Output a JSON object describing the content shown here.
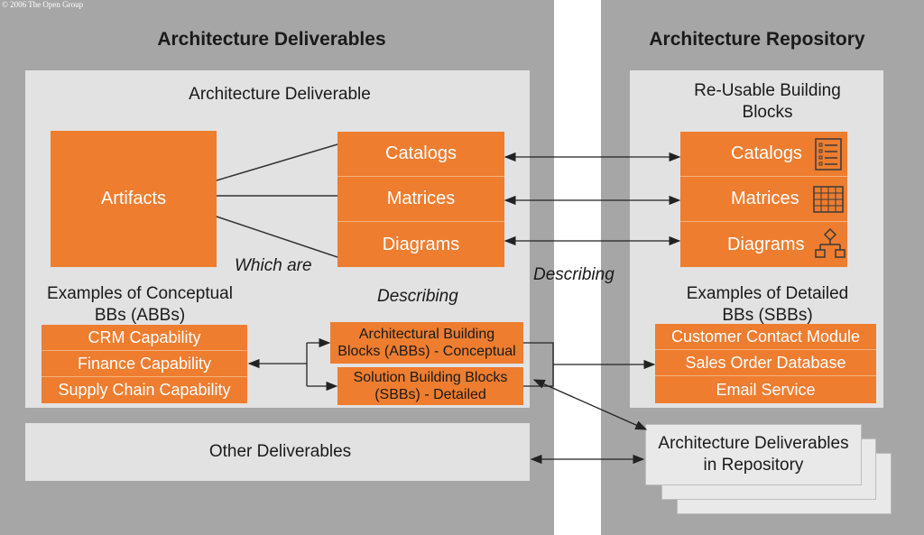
{
  "copyright": "© 2006 The Open Group",
  "left_panel": {
    "title": "Architecture Deliverables",
    "inner_title": "Architecture Deliverable",
    "artifacts_label": "Artifacts",
    "artifact_types": [
      "Catalogs",
      "Matrices",
      "Diagrams"
    ],
    "which_are": "Which are",
    "describing": "Describing",
    "abb_examples_title_1": "Examples of Conceptual",
    "abb_examples_title_2": "BBs (ABBs)",
    "abb_examples": [
      "CRM Capability",
      "Finance Capability",
      "Supply Chain Capability"
    ],
    "abb_box": [
      "Architectural Building",
      "Blocks (ABBs) - Conceptual"
    ],
    "sbb_box": [
      "Solution Building Blocks",
      "(SBBs) - Detailed"
    ],
    "other_deliverables": "Other Deliverables"
  },
  "center": {
    "describing": "Describing"
  },
  "right_panel": {
    "title": "Architecture Repository",
    "inner_title_1": "Re-Usable Building",
    "inner_title_2": "Blocks",
    "building_blocks": [
      {
        "label": "Catalogs",
        "icon": "list-icon"
      },
      {
        "label": "Matrices",
        "icon": "grid-icon"
      },
      {
        "label": "Diagrams",
        "icon": "flowchart-icon"
      }
    ],
    "sbb_examples_title_1": "Examples of Detailed",
    "sbb_examples_title_2": "BBs (SBBs)",
    "sbb_examples": [
      "Customer Contact Module",
      "Sales Order Database",
      "Email Service"
    ],
    "repo_deliverables": [
      "Architecture Deliverables",
      "in Repository"
    ]
  },
  "colors": {
    "orange": "#ee7d2f",
    "panel_gray": "#a6a6a6",
    "inner_gray": "#e2e2e2"
  }
}
